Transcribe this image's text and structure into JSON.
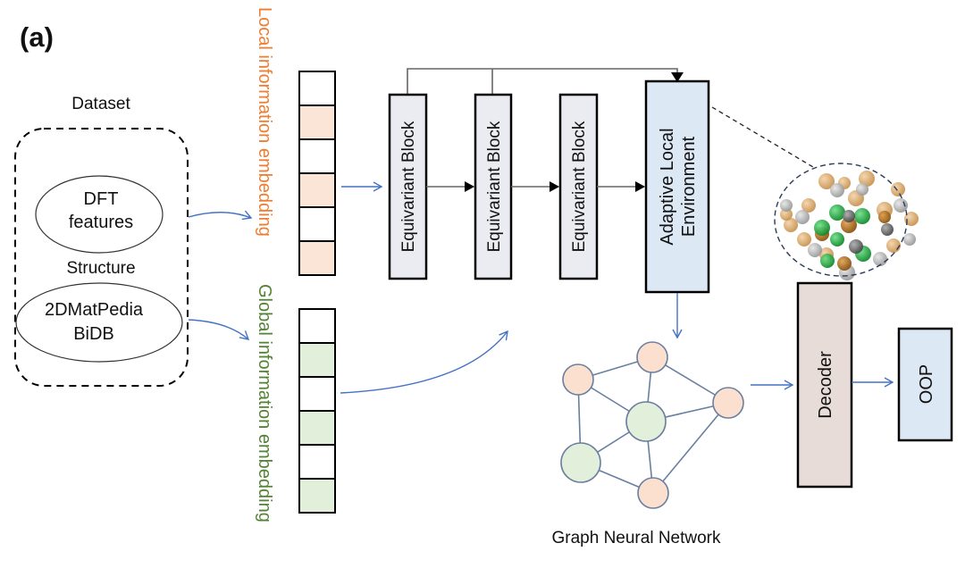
{
  "panel_label": "(a)",
  "dataset": {
    "title": "Dataset",
    "dft_line1": "DFT",
    "dft_line2": "features",
    "structure_label": "Structure",
    "db_line1": "2DMatPedia",
    "db_line2": "BiDB"
  },
  "embeddings": {
    "local_label": "Local information embedding",
    "global_label": "Global information embedding",
    "local_color": "#ed7d31",
    "global_color": "#548235",
    "local_fill": "#fbe5d6",
    "global_fill": "#e2efda",
    "local_cells": [
      false,
      true,
      false,
      true,
      false,
      true
    ],
    "global_cells": [
      false,
      true,
      false,
      true,
      false,
      true
    ]
  },
  "blocks": {
    "equivariant": [
      "Equivariant Block",
      "Equivariant Block",
      "Equivariant Block"
    ],
    "adaptive_line1": "Adaptive Local",
    "adaptive_line2": "Environment",
    "decoder": "Decoder",
    "output": "OOP",
    "equivariant_fill": "#eaecf1",
    "adaptive_fill": "#dde8f5",
    "decoder_fill": "#e8dcd8",
    "output_fill": "#dde8f5"
  },
  "graph": {
    "title": "Graph Neural Network",
    "node_orange": "#fbe0d0",
    "node_green": "#e2efda",
    "edge_color": "#6a7fa0",
    "nodes": [
      {
        "id": "A",
        "type": "orange"
      },
      {
        "id": "B",
        "type": "orange"
      },
      {
        "id": "C",
        "type": "orange"
      },
      {
        "id": "D",
        "type": "green"
      },
      {
        "id": "E",
        "type": "green"
      },
      {
        "id": "F",
        "type": "orange"
      }
    ],
    "edges": [
      [
        "A",
        "B"
      ],
      [
        "A",
        "D"
      ],
      [
        "A",
        "E"
      ],
      [
        "B",
        "D"
      ],
      [
        "B",
        "C"
      ],
      [
        "C",
        "D"
      ],
      [
        "C",
        "F"
      ],
      [
        "D",
        "E"
      ],
      [
        "D",
        "F"
      ],
      [
        "E",
        "F"
      ]
    ]
  },
  "molecule": {
    "description": "atomic local environment cluster",
    "atom_colors": [
      "#d9a86c",
      "#a9a9a9",
      "#1fa83a",
      "#b8741a",
      "#6e6e6e"
    ]
  },
  "arrow_color": "#4472c4"
}
